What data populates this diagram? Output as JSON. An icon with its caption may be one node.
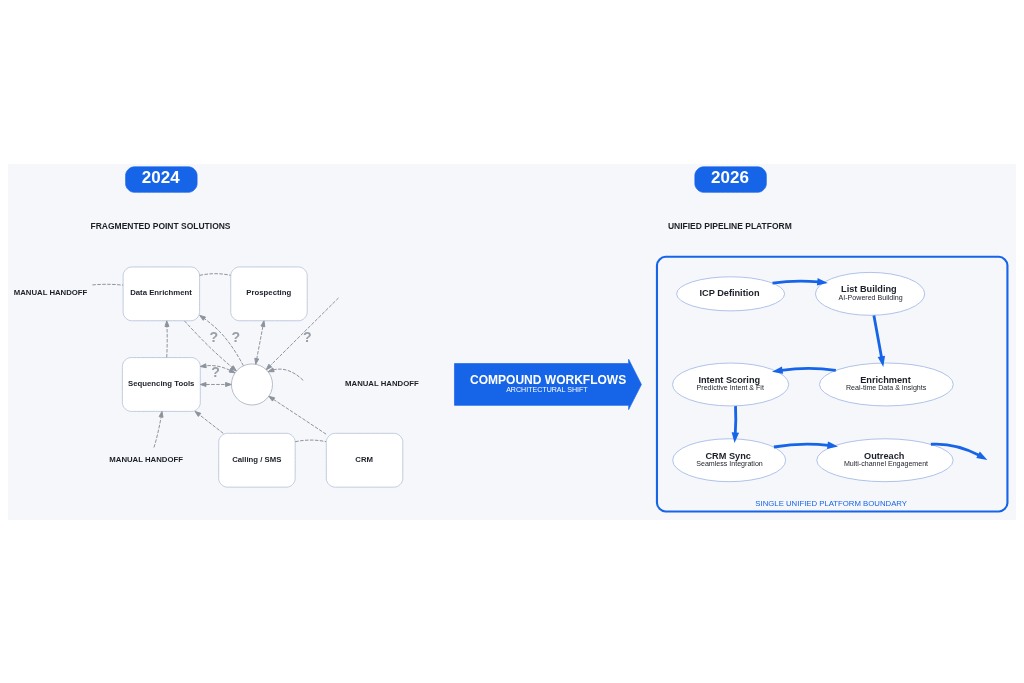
{
  "diagram": {
    "nodes": [
      {
        "text": [
          "2024"
        ]
      },
      {
        "text": [
          "2026"
        ]
      },
      {
        "text": [
          "Data Enrichment"
        ]
      },
      {
        "text": [
          "Prospecting"
        ]
      },
      {
        "text": [
          "MANUAL HANDOFF"
        ]
      },
      {
        "text": [
          "Sequencing Tools"
        ]
      },
      {
        "text": [],
        "shape": "circle"
      },
      {
        "text": [
          "MANUAL HANDOFF"
        ]
      },
      {
        "text": [
          "MANUAL HANDOFF"
        ]
      },
      {
        "text": [
          "Calling / SMS"
        ]
      },
      {
        "text": [
          "CRM"
        ]
      },
      {
        "text": [
          "COMPOUND WORKFLOWS",
          "ARCHITECTURAL SHIFT"
        ]
      },
      {
        "text": [
          "SINGLE UNIFIED PLATFORM BOUNDARY"
        ]
      },
      {
        "text": [
          "ICP Definition"
        ],
        "in": 12
      },
      {
        "text": [
          "List Building",
          "AI-Powered Building"
        ],
        "in": 12
      },
      {
        "text": [
          "Intent Scoring",
          "Predictive Intent & Fit"
        ],
        "in": 12
      },
      {
        "text": [
          "Enrichment",
          "Real-time Data & Insights"
        ],
        "in": 12
      },
      {
        "text": [
          "CRM Sync",
          "Seamless Integration"
        ],
        "in": 12
      },
      {
        "text": [
          "Outreach",
          "Multi-channel Engagement"
        ],
        "in": 12
      }
    ],
    "edges": [
      {
        "from": 4,
        "to": 2,
        "arrow": "none",
        "style": "dashed"
      },
      {
        "from": 2,
        "to": 3,
        "arrow": "none",
        "style": "dashed"
      },
      {
        "from": 2,
        "to": 6,
        "arrow": "to",
        "style": "dashed",
        "label": "?"
      },
      {
        "from": 6,
        "to": 2,
        "arrow": "to",
        "style": "dashed",
        "label": "?"
      },
      {
        "from": 3,
        "to": 6,
        "arrow": "both",
        "style": "dashed"
      },
      {
        "from": 5,
        "to": 2,
        "arrow": "to",
        "style": "dashed"
      },
      {
        "from": 6,
        "to": 5,
        "arrow": "both",
        "style": "dashed"
      },
      {
        "from": 5,
        "to": 6,
        "arrow": "both",
        "style": "dashed",
        "label": "?"
      },
      {
        "from": null,
        "to": 6,
        "arrow": "to",
        "style": "dashed",
        "label": "?"
      },
      {
        "from": null,
        "to": 6,
        "arrow": "to",
        "style": "dashed"
      },
      {
        "from": 10,
        "to": 6,
        "arrow": "to",
        "style": "dashed"
      },
      {
        "from": 9,
        "to": 5,
        "arrow": "to",
        "style": "dashed"
      },
      {
        "from": 8,
        "to": 5,
        "arrow": "to",
        "style": "dashed"
      },
      {
        "from": 9,
        "to": 10,
        "arrow": "none",
        "style": "dashed"
      },
      {
        "from": 13,
        "to": 14,
        "arrow": "to",
        "style": "thick",
        "color": "#1664e8"
      },
      {
        "from": 14,
        "to": 16,
        "arrow": "to",
        "style": "thick",
        "color": "#1664e8"
      },
      {
        "from": 16,
        "to": 15,
        "arrow": "to",
        "style": "thick",
        "color": "#1664e8"
      },
      {
        "from": 15,
        "to": 17,
        "arrow": "to",
        "style": "thick",
        "color": "#1664e8"
      },
      {
        "from": 17,
        "to": 18,
        "arrow": "to",
        "style": "thick",
        "color": "#1664e8"
      },
      {
        "from": 18,
        "to": null,
        "arrow": "to",
        "style": "thick",
        "color": "#1664e8"
      }
    ],
    "labels": [
      "FRAGMENTED POINT SOLUTIONS",
      "UNIFIED PIPELINE PLATFORM"
    ]
  }
}
